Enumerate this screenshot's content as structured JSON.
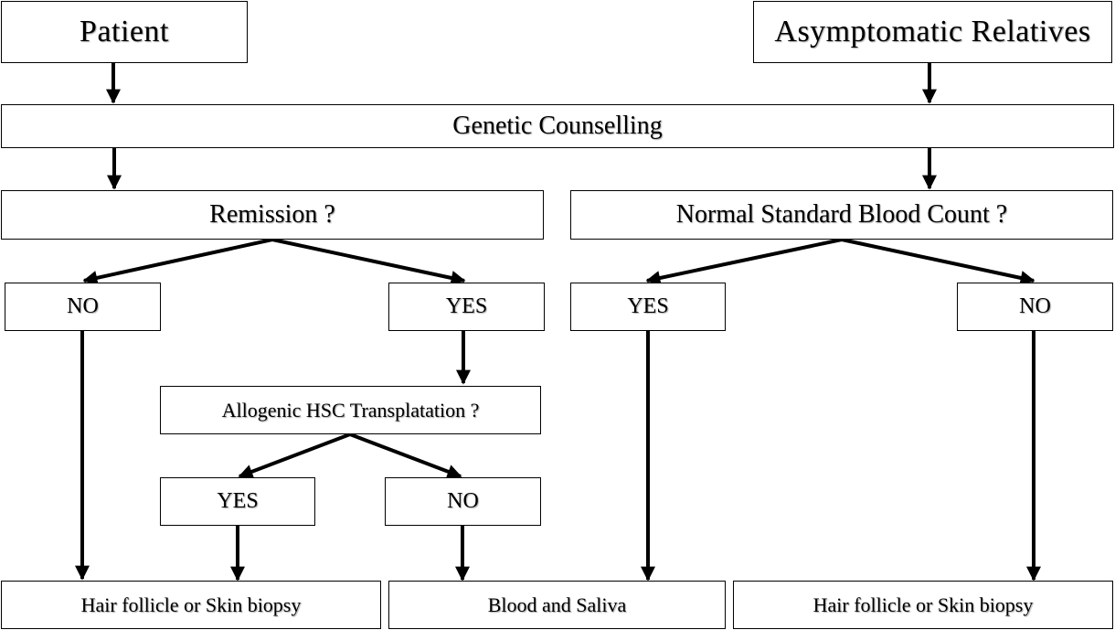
{
  "nodes": {
    "patient": "Patient",
    "relatives": "Asymptomatic Relatives",
    "counselling": "Genetic Counselling",
    "remission": "Remission ?",
    "blood_count": "Normal Standard Blood Count ?",
    "remission_no": "NO",
    "remission_yes": "YES",
    "count_yes": "YES",
    "count_no": "NO",
    "hsct": "Allogenic HSC Transplatation ?",
    "hsct_yes": "YES",
    "hsct_no": "NO",
    "result_left": "Hair follicle or Skin biopsy",
    "result_middle": "Blood and Saliva",
    "result_right": "Hair follicle or Skin biopsy"
  },
  "colors": {
    "line": "#000000",
    "background": "#ffffff"
  }
}
